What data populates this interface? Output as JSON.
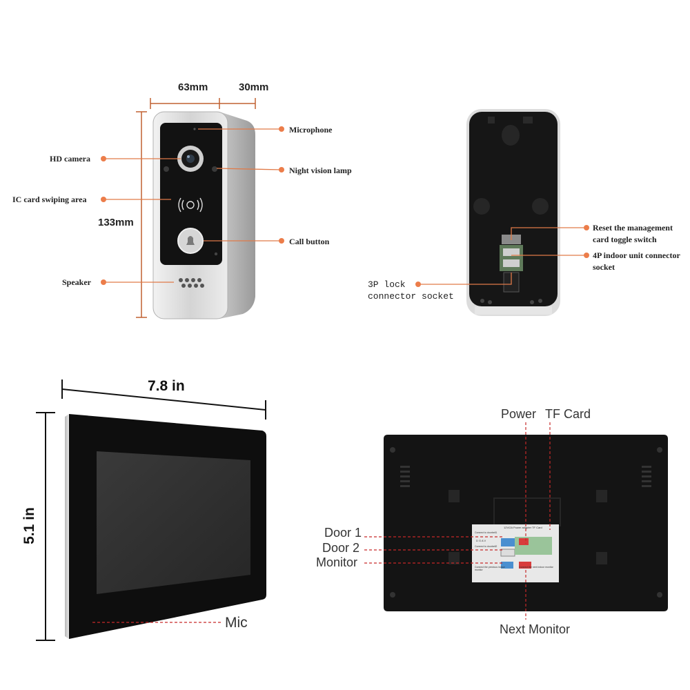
{
  "doorbell_front": {
    "width_label": "63mm",
    "depth_label": "30mm",
    "height_label": "133mm",
    "callouts": {
      "microphone": "Microphone",
      "hd_camera": "HD camera",
      "night_vision": "Night vision lamp",
      "ic_card": "IC card swiping area",
      "call_button": "Call button",
      "speaker": "Speaker"
    }
  },
  "doorbell_back": {
    "callouts": {
      "reset_line1": "Reset the management",
      "reset_line2": "card toggle switch",
      "connector4p_line1": "4P indoor unit connector",
      "connector4p_line2": "socket",
      "lock3p_line1": "3P lock",
      "lock3p_line2": "connector socket"
    }
  },
  "monitor_front": {
    "width_label": "7.8 in",
    "height_label": "5.1 in",
    "mic_label": "Mic"
  },
  "monitor_back": {
    "power_label": "Power",
    "tf_label": "TF Card",
    "door1_label": "Door 1",
    "door2_label": "Door 2",
    "monitor_label": "Monitor",
    "next_monitor_label": "Next Monitor",
    "board_header": "12V/2A Power adapter   TF Card",
    "board_row1": "Connect to doorbell1",
    "board_row2": "Connect to doorbell2",
    "board_pins": "D G A V",
    "board_bottom_left": "Connect the previous indoor monitor",
    "board_bottom_right": "Connect the next indoor monitor"
  },
  "colors": {
    "callout_line": "#e07a48",
    "callout_dot": "#ec7d4a",
    "dashed_line": "#c62828",
    "device_black": "#111111",
    "silver": "#d9d9d9"
  }
}
